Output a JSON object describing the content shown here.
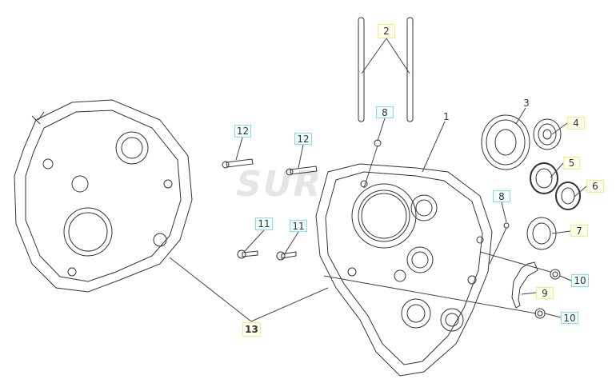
{
  "watermark": "SUR",
  "callouts": {
    "c1": "1",
    "c2": "2",
    "c3": "3",
    "c4": "4",
    "c5": "5",
    "c6": "6",
    "c7": "7",
    "c8a": "8",
    "c8b": "8",
    "c9": "9",
    "c10a": "10",
    "c10b": "10",
    "c11a": "11",
    "c11b": "11",
    "c12a": "12",
    "c12b": "12",
    "c13": "13"
  },
  "colors": {
    "highlight_yellow": "#f3ee7a",
    "highlight_cyan": "#7fe0e6",
    "line": "#333333"
  }
}
